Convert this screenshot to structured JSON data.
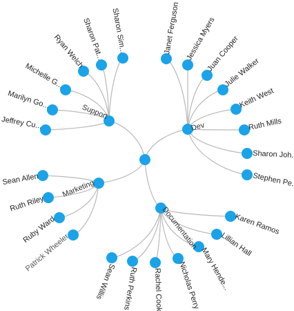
{
  "tree": {
    "colors": {
      "node": "#1aa3e8",
      "link": "#b8b8b8",
      "text": "#222222"
    },
    "groups": [
      {
        "name": "Support",
        "members": [
          "Jeffrey Cu...",
          "Marilyn Go...",
          "Michelle G...",
          "Ryan Welch",
          "Sharon Pat...",
          "Sharon Sim..."
        ]
      },
      {
        "name": "Dev",
        "members": [
          "Janet Ferguson",
          "Jessica Myers",
          "Juan Cooper",
          "Julie Walker",
          "Keith West",
          "Ruth Mills",
          "Sharon Joh...",
          "Stephen Pe..."
        ]
      },
      {
        "name": "Marketing",
        "members": [
          "Sean Allen",
          "Ruth Riley",
          "Ruby Ward",
          "Patrick Wheeler"
        ]
      },
      {
        "name": "Documentation",
        "members": [
          "Karen Ramos",
          "Lillian Hall",
          "Mary Hende...",
          "Nicholas Perry",
          "Rachel Cook",
          "Ruth Perkins",
          "Sean Willis"
        ]
      }
    ]
  }
}
